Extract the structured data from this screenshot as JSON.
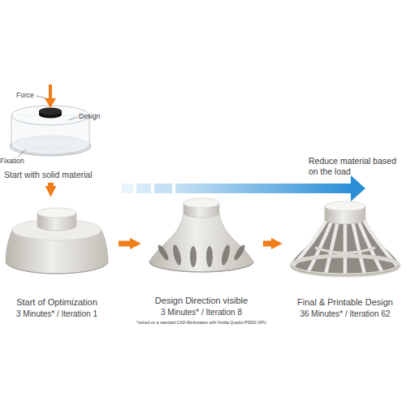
{
  "diagram": {
    "nodes": [
      {
        "text": [
          "Start with solid material"
        ]
      },
      {
        "text": [
          "Start of Optimization",
          "3 Minutes* / Iteration 1"
        ]
      },
      {
        "text": [
          "Design Direction visible",
          "3 Minutes* / Iteration 8"
        ]
      },
      {
        "text": [
          "Final & Printable Design",
          "36 Minutes* / Iteration 62"
        ]
      }
    ],
    "edges": [
      {
        "from": 0,
        "to": 1,
        "arrow": "to"
      },
      {
        "from": 1,
        "to": 2,
        "arrow": "to"
      },
      {
        "from": 2,
        "to": 3,
        "arrow": "to"
      }
    ],
    "labels": [
      "Force",
      "Design",
      "Fixation",
      "Reduce material based on the load",
      "*solved on a standard CAD-Workstation with Nvidia Quadro P5000 GPU"
    ]
  }
}
